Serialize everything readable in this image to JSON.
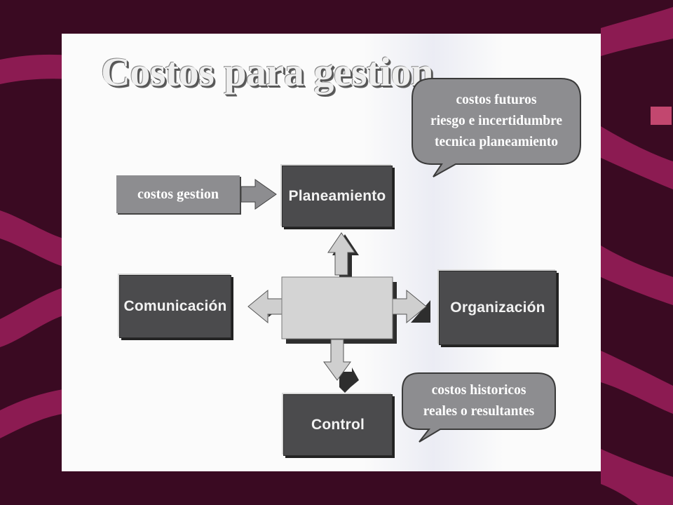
{
  "diagram": {
    "title": "Costos para gestion",
    "nodes": {
      "planeamiento": "Planeamiento",
      "comunicacion": "Comunicación",
      "organizacion": "Organización",
      "control": "Control"
    },
    "input_label": "costos gestion",
    "callout_future": {
      "lines": [
        "costos futuros",
        "riesgo e incertidumbre",
        "tecnica planeamiento"
      ]
    },
    "callout_history": {
      "lines": [
        "costos historicos",
        "reales o resultantes"
      ]
    }
  },
  "colors": {
    "background": "#3a0a22",
    "stripe": "#8c1b52",
    "panel": "#fbfbfb",
    "node_box": "#4b4b4d",
    "callout": "#8d8d90",
    "center_block": "#d4d4d4"
  }
}
